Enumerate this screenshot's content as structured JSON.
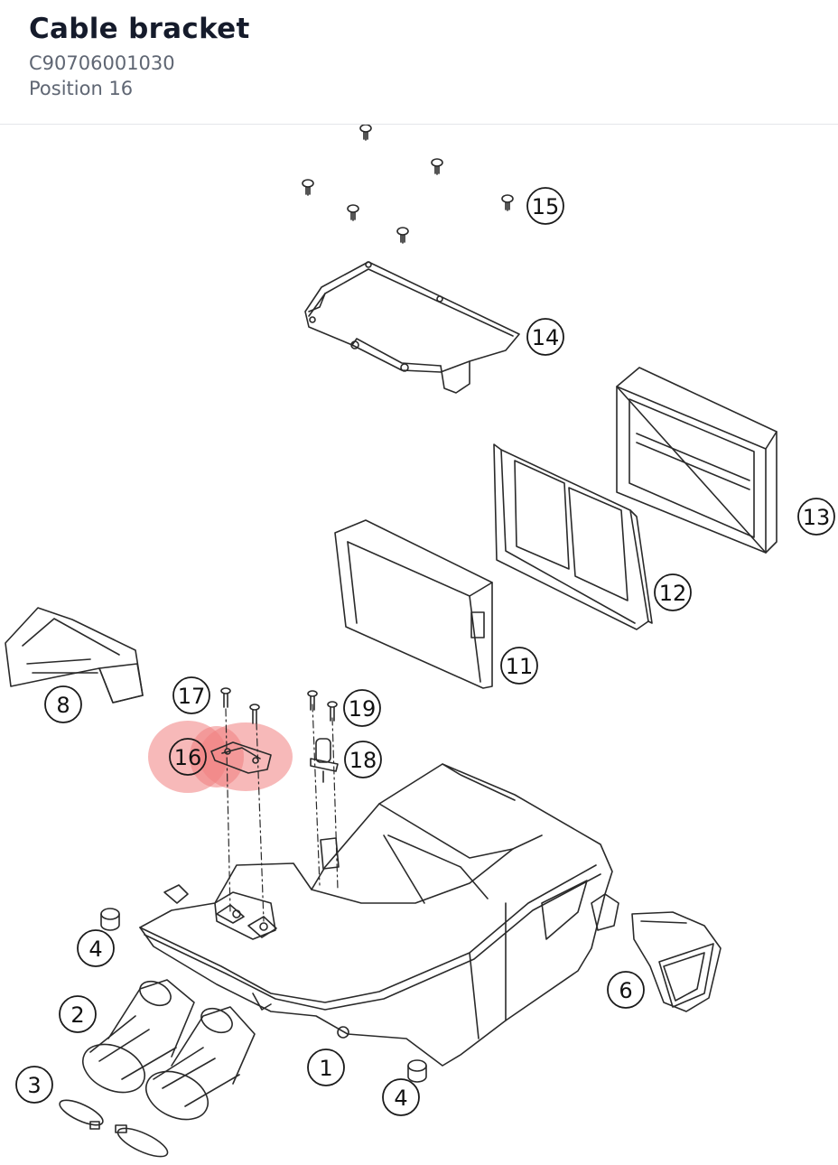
{
  "header": {
    "title": "Cable bracket",
    "part_number": "C90706001030",
    "position": "Position 16"
  },
  "diagram": {
    "highlighted_position": "16",
    "highlight_color": "#f08080",
    "callouts": [
      "1",
      "2",
      "3",
      "4",
      "4",
      "6",
      "8",
      "11",
      "12",
      "13",
      "14",
      "15",
      "16",
      "17",
      "18",
      "19"
    ]
  }
}
